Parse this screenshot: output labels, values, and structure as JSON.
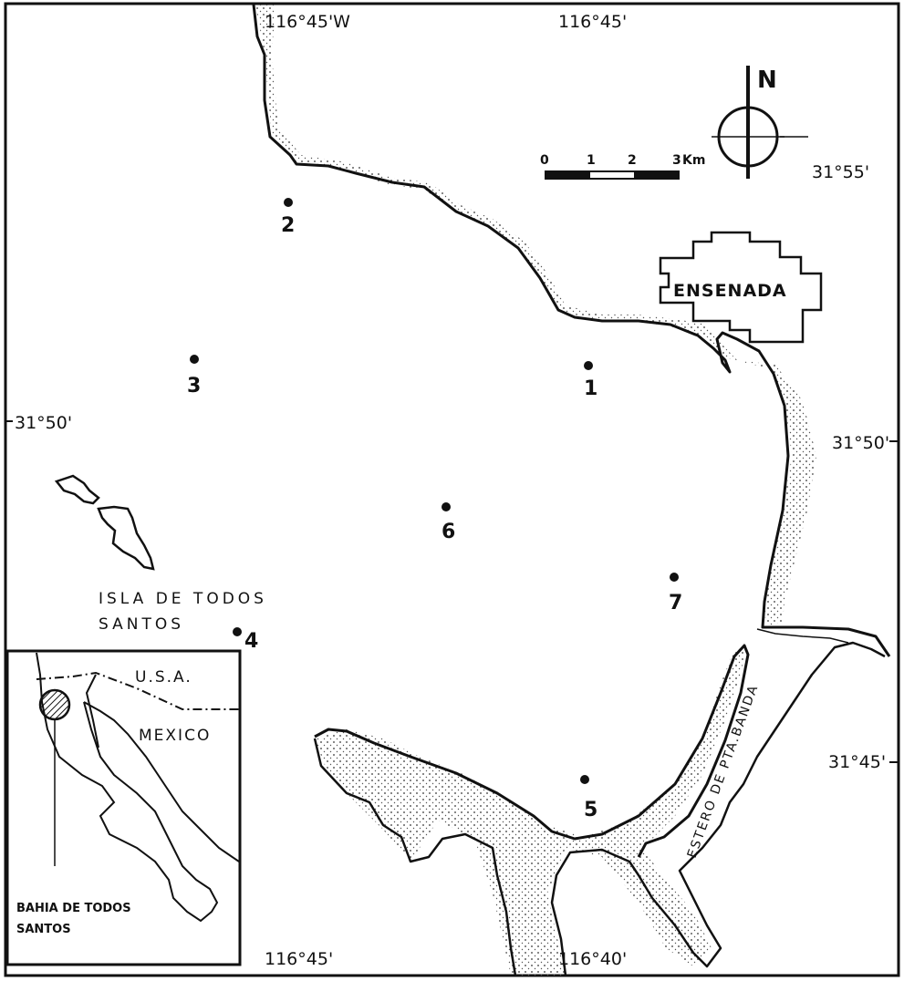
{
  "coordinates": {
    "top_left": "116°45'W",
    "top_mid": "116°45'",
    "bottom_left": "116°45'",
    "bottom_mid": "116°40'",
    "left_50": "31°50'",
    "right_50": "31°50'",
    "right_55": "31°55'",
    "right_45": "31°45'"
  },
  "north_label": "N",
  "scale": {
    "ticks": [
      "0",
      "1",
      "2",
      "3"
    ],
    "unit": "Km"
  },
  "places": {
    "ensenada": "ENSENADA",
    "island_line1": "ISLA  DE  TODOS",
    "island_line2": "SANTOS",
    "estero": "ESTERO DE PTA.BANDA"
  },
  "stations": [
    "1",
    "2",
    "3",
    "4",
    "5",
    "6",
    "7"
  ],
  "inset": {
    "usa": "U.S.A.",
    "mexico": "MEXICO",
    "caption_line1": "BAHIA DE TODOS",
    "caption_line2": "SANTOS"
  },
  "colors": {
    "ink": "#111111",
    "paper": "#ffffff"
  }
}
